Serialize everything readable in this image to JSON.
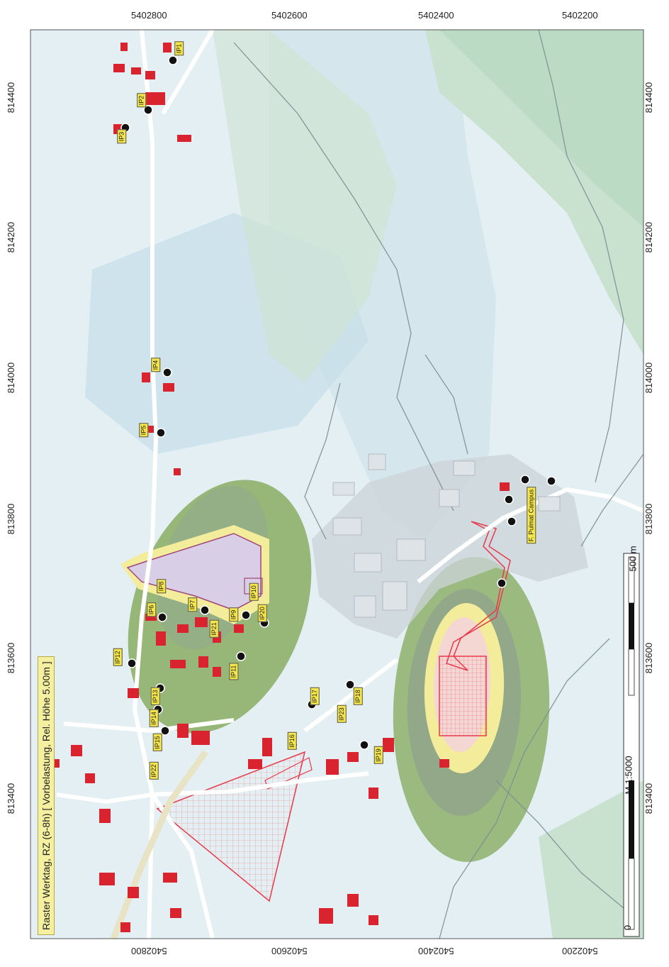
{
  "map": {
    "legend_title": "Raster Werktag, RZ (6-8h) [ Vorbelastung, Rel. Höhe 5.00m ]",
    "scale_label": "M 1:5000",
    "scale_zero": "0",
    "scale_max": "500 m",
    "campus_label": "F. Pulmat Campus",
    "top_ticks": [
      "5402800",
      "5402600",
      "5402400",
      "5402200"
    ],
    "bottom_ticks": [
      "5402800",
      "5402600",
      "5402400",
      "5402200"
    ],
    "left_ticks": [
      "814400",
      "814200",
      "814000",
      "813800",
      "813600",
      "813400"
    ],
    "right_ticks": [
      "814400",
      "814200",
      "814000",
      "813800",
      "813600",
      "813400"
    ],
    "point_labels": [
      "IP1",
      "IP2",
      "IP3",
      "IP4",
      "IP5",
      "IP6",
      "IP7",
      "IP8",
      "IP9",
      "IP10",
      "IP11",
      "IP12",
      "IP13",
      "IP14",
      "IP15",
      "IP16",
      "IP17",
      "IP18",
      "IP19",
      "IP20",
      "IP21",
      "IP22",
      "IP23"
    ],
    "colors": {
      "background_light_blue": "#e4eff3",
      "green_zone": "#8db06a",
      "yellow_zone": "#f3ec9a",
      "red_outline": "#e8394a",
      "building": "#d9232e"
    }
  }
}
